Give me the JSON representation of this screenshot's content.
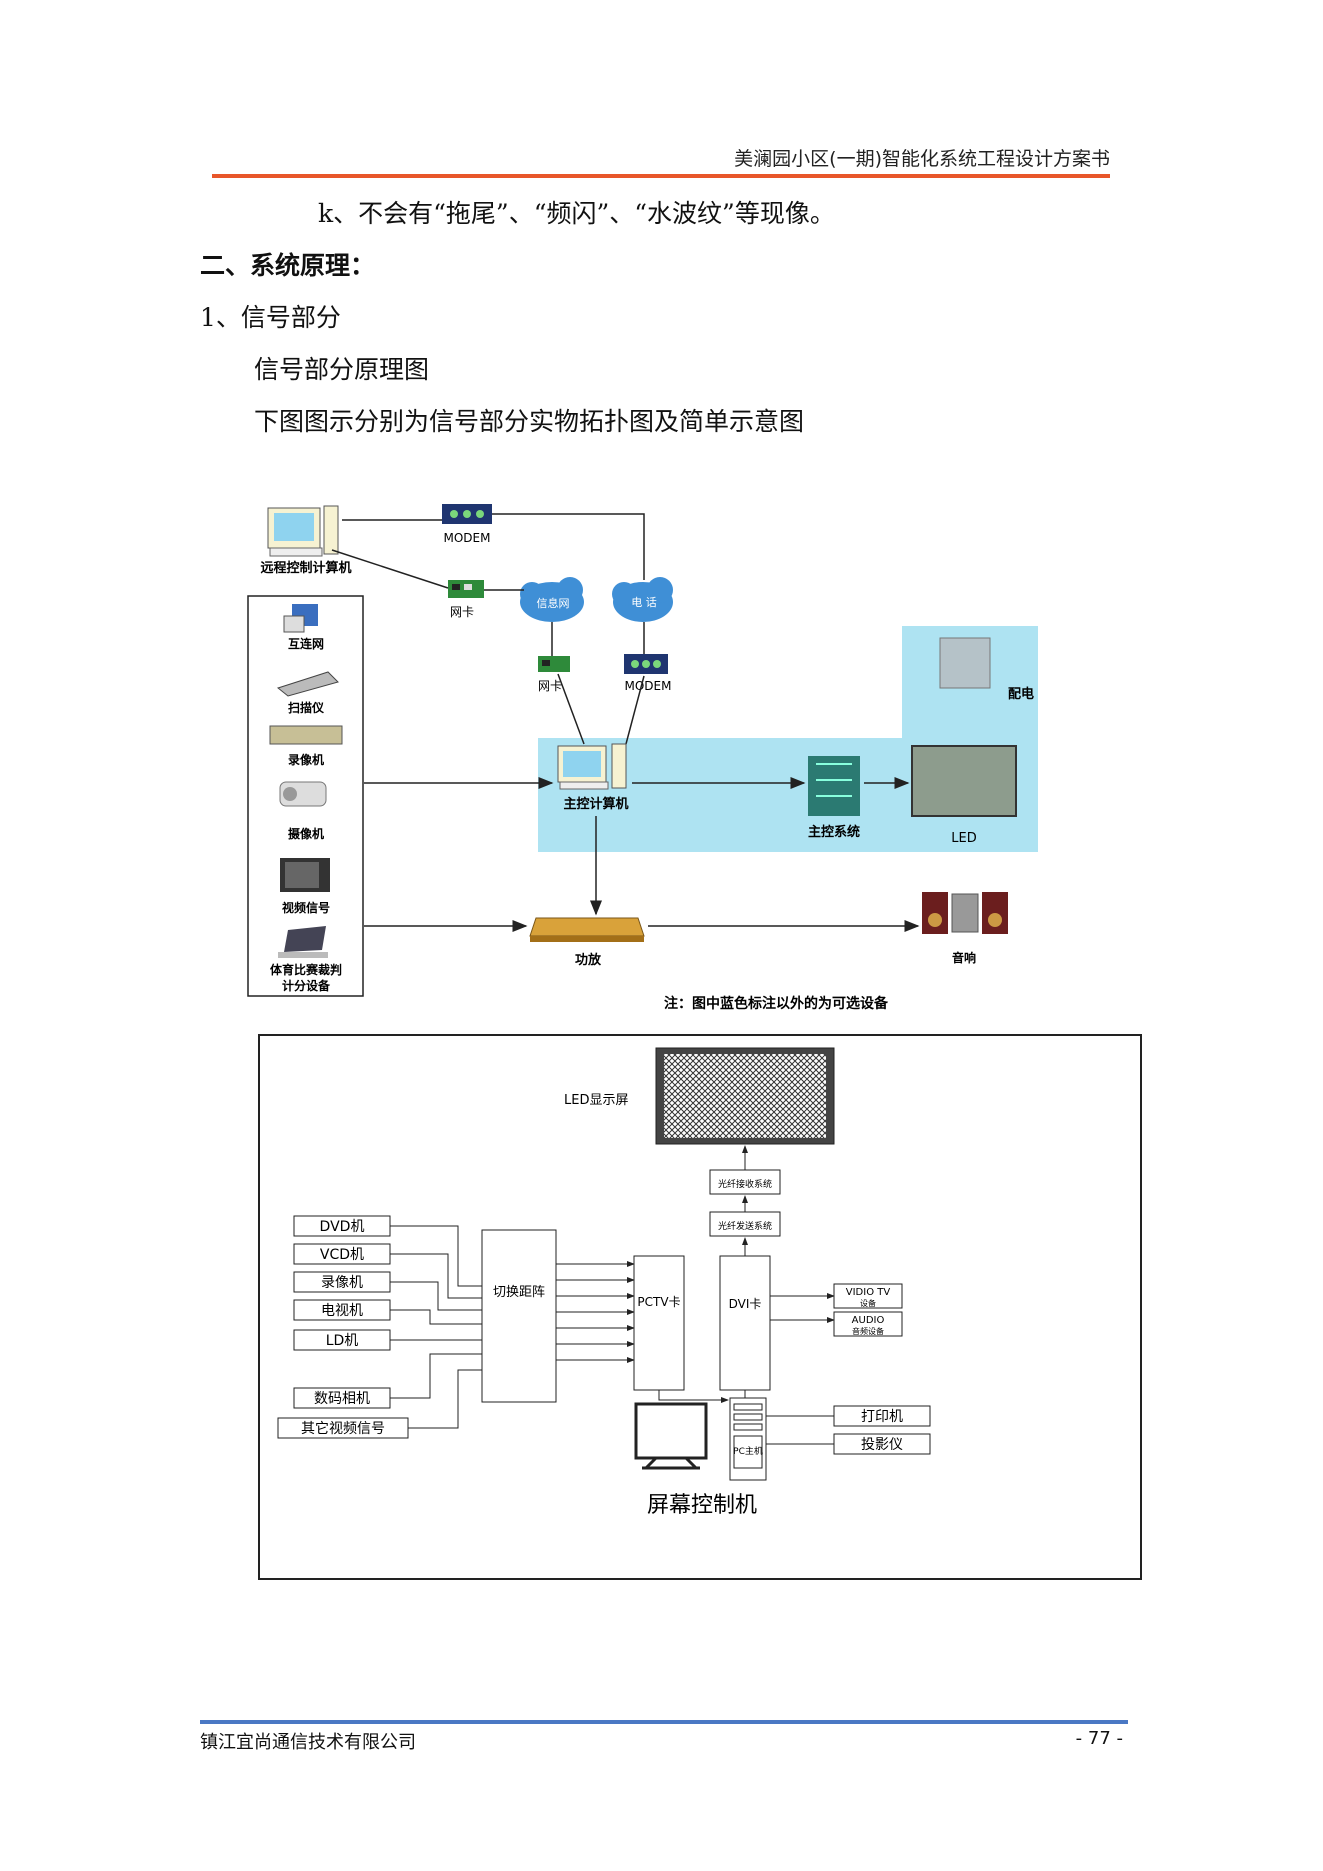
{
  "header": {
    "title": "美澜园小区(一期)智能化系统工程设计方案书"
  },
  "content": {
    "line_k": "k、不会有“拖尾”、“频闪”、“水波纹”等现像。",
    "section_title": "二、系统原理：",
    "subsection": "1、信号部分",
    "para1": "信号部分原理图",
    "para2": "下图图示分别为信号部分实物拓扑图及简单示意图"
  },
  "diagram1": {
    "remote_pc": "远程控制计算机",
    "modem_top": "MODEM",
    "netcard_top": "网卡",
    "info_cloud": "信息网",
    "phone_cloud": "电 话",
    "netcard_bottom": "网卡",
    "modem_bottom": "MODEM",
    "internet": "互连网",
    "scanner": "扫描仪",
    "vcr": "录像机",
    "camera": "摄像机",
    "video_signal": "视频信号",
    "sports_device_1": "体育比赛裁判",
    "sports_device_2": "计分设备",
    "main_pc": "主控计算机",
    "main_system": "主控系统",
    "led": "LED",
    "power": "配电",
    "amplifier": "功放",
    "speaker": "音响",
    "note": "注：图中蓝色标注以外的为可选设备"
  },
  "diagram2": {
    "led_screen": "LED显示屏",
    "fiber_rx": "光纤接收系统",
    "fiber_tx": "光纤发送系统",
    "inputs": [
      "DVD机",
      "VCD机",
      "录像机",
      "电视机",
      "LD机"
    ],
    "inputs2": [
      "数码相机",
      "其它视频信号"
    ],
    "matrix": "切换距阵",
    "pctv": "PCTV卡",
    "dvi": "DVI卡",
    "video_tv_1": "VIDIO TV",
    "video_tv_2": "设备",
    "audio_1": "AUDIO",
    "audio_2": "音频设备",
    "pc_host": "PC主机",
    "printer": "打印机",
    "projector": "投影仪",
    "control_pc": "屏幕控制机"
  },
  "footer": {
    "company": "镇江宜尚通信技术有限公司",
    "page": "- 77 -"
  },
  "colors": {
    "header_line": "#e8562a",
    "footer_line": "#4a78c4",
    "highlight": "#aee3f2"
  }
}
